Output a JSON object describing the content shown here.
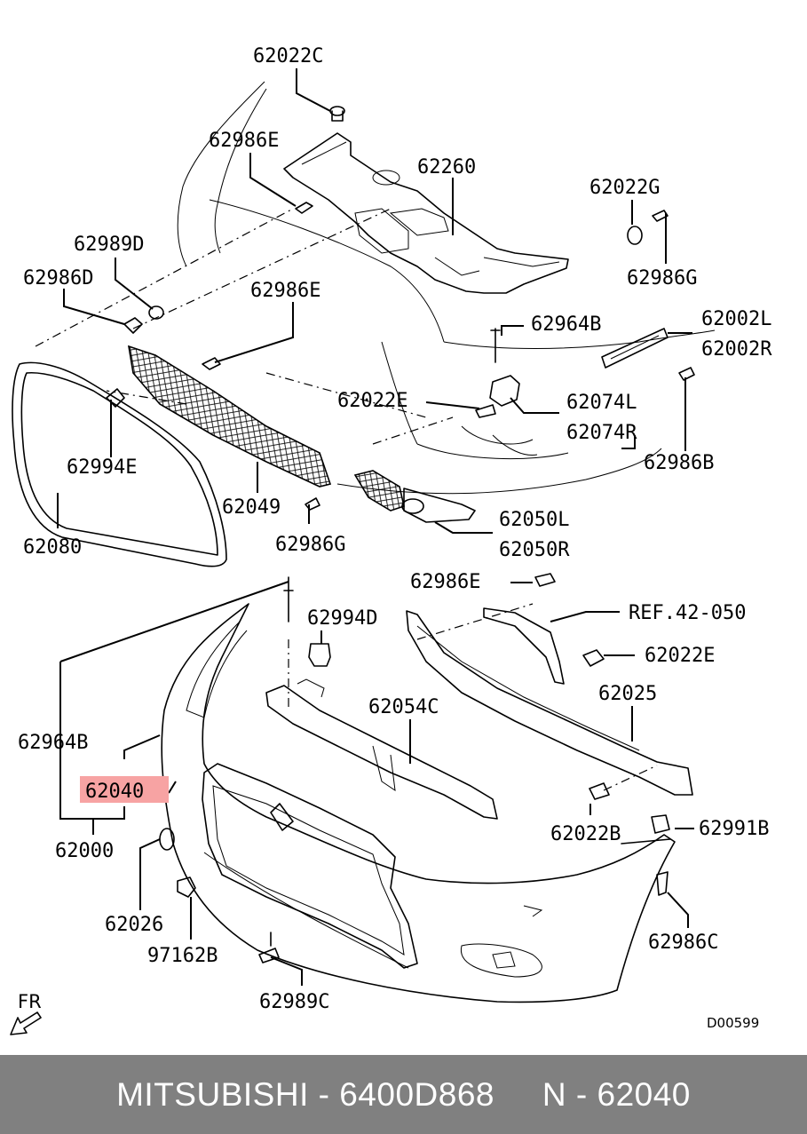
{
  "diagram": {
    "labels": [
      "62022C",
      "62986E",
      "62260",
      "62022G",
      "62986G",
      "62989D",
      "62986D",
      "62986E",
      "62964B",
      "62002L",
      "62002R",
      "62022E",
      "62074L",
      "62074R",
      "62994E",
      "62986B",
      "62049",
      "62050L",
      "62050R",
      "62080",
      "62986G",
      "62986E",
      "REF.42-050",
      "62994D",
      "62022E",
      "62025",
      "62054C",
      "62964B",
      "62040",
      "62000",
      "62022B",
      "62991B",
      "62026",
      "97162B",
      "62986C",
      "62989C"
    ],
    "highlighted_label": "62040",
    "highlight_color": "#f7a3a3",
    "drawing_code": "D00599",
    "orientation_label": "FR"
  },
  "footer": {
    "text": "MITSUBISHI - 6400D868     N - 62040",
    "background": "#808080",
    "color": "#ffffff"
  }
}
